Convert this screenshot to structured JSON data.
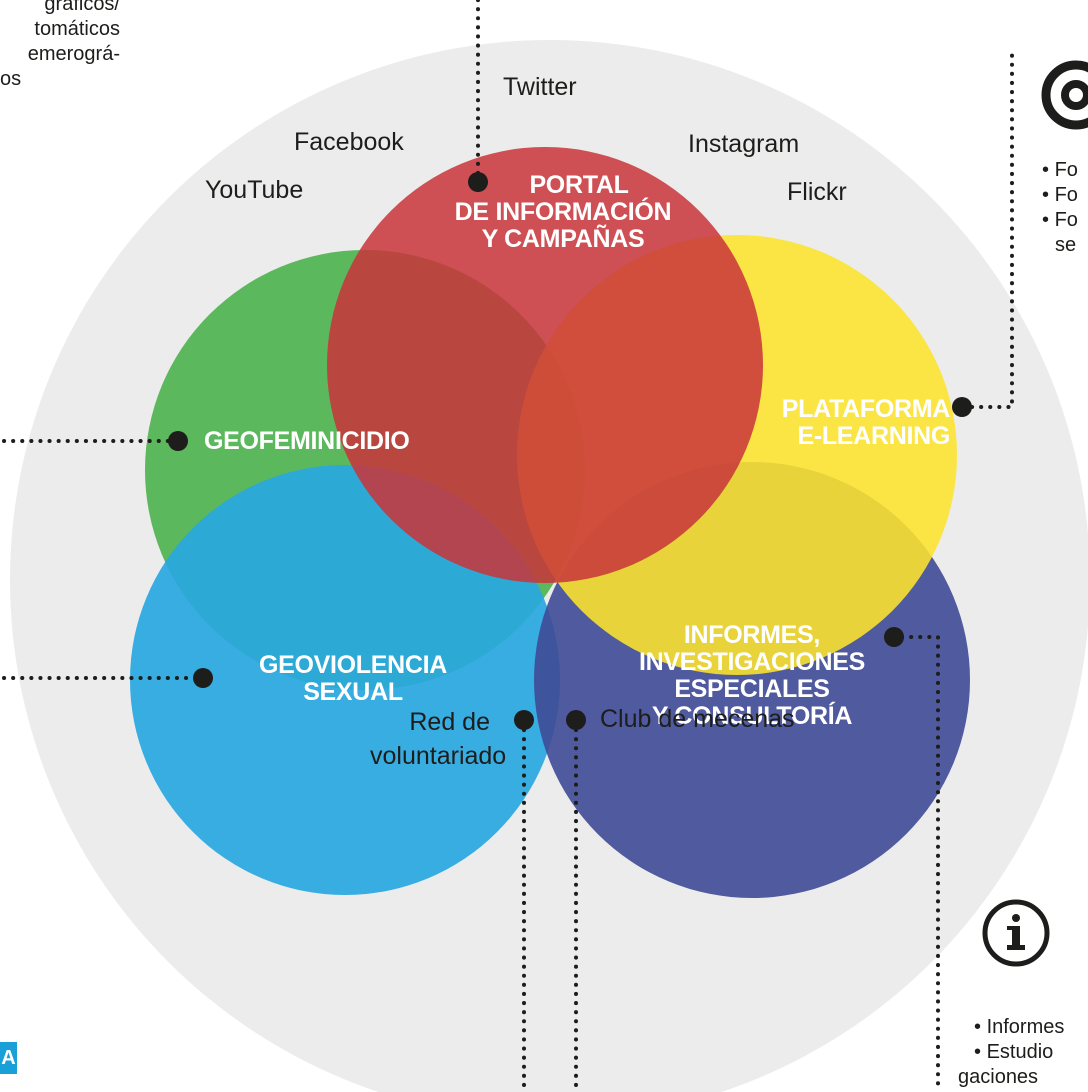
{
  "colors": {
    "background_circle": "#ececec",
    "green": "#5cb85c",
    "blue": "#2aa8e0",
    "navy": "#3f4a96",
    "yellow": "#fde42e",
    "red": "#c8343a",
    "connector": "#1d1d1b"
  },
  "top_left_text": [
    "gráficos/",
    "tomáticos",
    "emerográ-",
    "os"
  ],
  "social": {
    "twitter": "Twitter",
    "facebook": "Facebook",
    "instagram": "Instagram",
    "youtube": "YouTube",
    "flickr": "Flickr"
  },
  "circles": {
    "portal": [
      "PORTAL",
      "DE INFORMACIÓN",
      "Y CAMPAÑAS"
    ],
    "geofeminicidio": [
      "GEOFEMINICIDIO"
    ],
    "elearning": [
      "PLATAFORMA",
      "E-LEARNING"
    ],
    "geoviolencia": [
      "GEOVIOLENCIA",
      "SEXUAL"
    ],
    "informes": [
      "INFORMES,",
      "INVESTIGACIONES",
      "ESPECIALES",
      "Y CONSULTORÍA"
    ]
  },
  "bottom": {
    "red_label": [
      "Red de",
      "voluntariado"
    ],
    "club_label": "Club de mecenas"
  },
  "right_top": {
    "icon": "at-icon",
    "items": [
      "Fo",
      "Fo",
      "Fo"
    ],
    "continuation": "se"
  },
  "right_bottom": {
    "icon": "info-icon",
    "items": [
      "Informes",
      "Estudio"
    ],
    "continuation": "gaciones"
  },
  "corner_badge": "A"
}
